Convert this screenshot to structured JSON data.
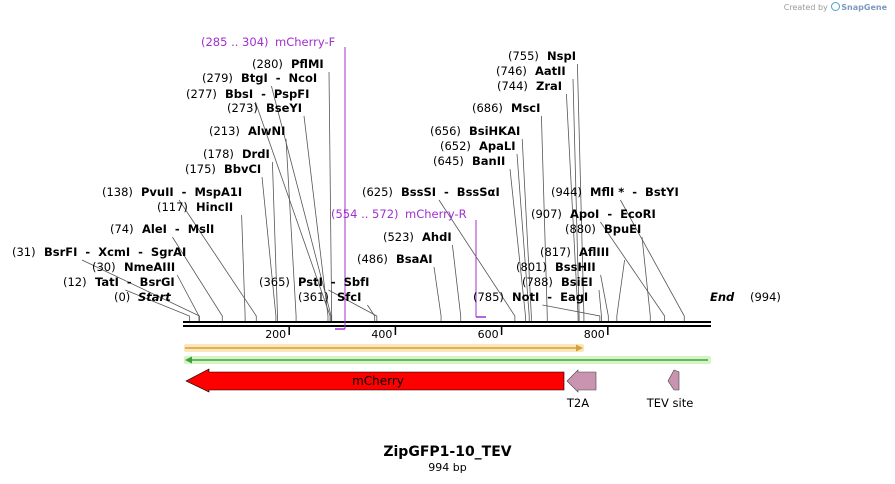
{
  "watermark": {
    "prefix": "Created by",
    "brand": "SnapGene"
  },
  "map": {
    "title": "ZipGFP1-10_TEV",
    "length_label": "994 bp",
    "start_label": "Start",
    "start_pos": "(0)",
    "end_label": "End",
    "end_pos": "(994)",
    "ticks": [
      "200",
      "400",
      "600",
      "800"
    ]
  },
  "sites": [
    {
      "pos": "(12)",
      "name": "TatI  -  BsrGI"
    },
    {
      "pos": "(30)",
      "name": "NmeAIII"
    },
    {
      "pos": "(31)",
      "name": "BsrFI  -  XcmI  -  SgrAI"
    },
    {
      "pos": "(74)",
      "name": "AleI  -  MslI"
    },
    {
      "pos": "(117)",
      "name": "HincII"
    },
    {
      "pos": "(138)",
      "name": "PvuII  -  MspA1I"
    },
    {
      "pos": "(175)",
      "name": "BbvCI"
    },
    {
      "pos": "(178)",
      "name": "DrdI"
    },
    {
      "pos": "(213)",
      "name": "AlwNI"
    },
    {
      "pos": "(273)",
      "name": "BseYI"
    },
    {
      "pos": "(277)",
      "name": "BbsI  -  PspFI"
    },
    {
      "pos": "(279)",
      "name": "BtgI  -  NcoI"
    },
    {
      "pos": "(280)",
      "name": "PflMI"
    },
    {
      "pos": "(361)",
      "name": "SfcI"
    },
    {
      "pos": "(365)",
      "name": "PstI  -  SbfI"
    },
    {
      "pos": "(486)",
      "name": "BsaAI"
    },
    {
      "pos": "(523)",
      "name": "AhdI"
    },
    {
      "pos": "(625)",
      "name": "BssSI  -  BssSαI"
    },
    {
      "pos": "(645)",
      "name": "BanII"
    },
    {
      "pos": "(652)",
      "name": "ApaLI"
    },
    {
      "pos": "(656)",
      "name": "BsiHKAI"
    },
    {
      "pos": "(686)",
      "name": "MscI"
    },
    {
      "pos": "(744)",
      "name": "ZraI"
    },
    {
      "pos": "(746)",
      "name": "AatII"
    },
    {
      "pos": "(755)",
      "name": "NspI"
    },
    {
      "pos": "(785)",
      "name": "NotI  -  EagI"
    },
    {
      "pos": "(788)",
      "name": "BsiEI"
    },
    {
      "pos": "(801)",
      "name": "BssHII"
    },
    {
      "pos": "(817)",
      "name": "AflIII"
    },
    {
      "pos": "(880)",
      "name": "BpuEI"
    },
    {
      "pos": "(907)",
      "name": "ApoI  -  EcoRI"
    },
    {
      "pos": "(944)",
      "name": "MflI *  -  BstYI"
    }
  ],
  "primers": [
    {
      "range": "(285 .. 304)",
      "name": "mCherry-F"
    },
    {
      "range": "(554 .. 572)",
      "name": "mCherry-R"
    }
  ],
  "features": [
    {
      "name": "mCherry",
      "color": "#ff0000",
      "text_color": "#ffffff"
    },
    {
      "name": "T2A",
      "color": "#c994b0"
    },
    {
      "name": "TEV site",
      "color": "#c994b0"
    }
  ],
  "orfs": [
    {
      "color": "#d4a040",
      "highlight": "#fbe6b8"
    },
    {
      "color": "#40a040",
      "highlight": "#d4f4c4"
    }
  ]
}
